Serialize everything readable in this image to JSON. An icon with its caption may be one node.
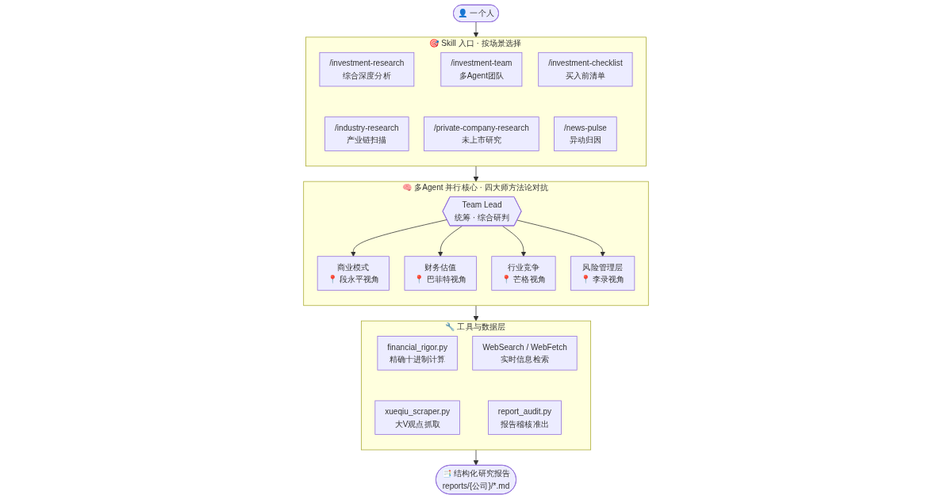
{
  "diagram": {
    "nodes": [
      {
        "text": [
          "👤 一个人"
        ]
      },
      {
        "text": [
          "🎯 Skill 入口 · 按场景选择"
        ]
      },
      {
        "text": [
          "/investment-research",
          "综合深度分析"
        ],
        "in": 1
      },
      {
        "text": [
          "/investment-team",
          "多Agent团队"
        ],
        "in": 1
      },
      {
        "text": [
          "/investment-checklist",
          "买入前清单"
        ],
        "in": 1
      },
      {
        "text": [
          "/industry-research",
          "产业链扫描"
        ],
        "in": 1
      },
      {
        "text": [
          "/private-company-research",
          "未上市研究"
        ],
        "in": 1
      },
      {
        "text": [
          "/news-pulse",
          "异动归因"
        ],
        "in": 1
      },
      {
        "text": [
          "🧠 多Agent 并行核心 · 四大师方法论对抗"
        ]
      },
      {
        "text": [
          "Team Lead",
          "统筹 · 综合研判"
        ],
        "in": 8
      },
      {
        "text": [
          "商业模式",
          "📍 段永平视角"
        ],
        "in": 8
      },
      {
        "text": [
          "财务估值",
          "📍 巴菲特视角"
        ],
        "in": 8
      },
      {
        "text": [
          "行业竞争",
          "📍 芒格视角"
        ],
        "in": 8
      },
      {
        "text": [
          "风险管理层",
          "📍 李录视角"
        ],
        "in": 8
      },
      {
        "text": [
          "🔧 工具与数据层"
        ]
      },
      {
        "text": [
          "financial_rigor.py",
          "精确十进制计算"
        ],
        "in": 14
      },
      {
        "text": [
          "WebSearch / WebFetch",
          "实时信息检索"
        ],
        "in": 14
      },
      {
        "text": [
          "xueqiu_scraper.py",
          "大V观点抓取"
        ],
        "in": 14
      },
      {
        "text": [
          "report_audit.py",
          "报告稽核准出"
        ],
        "in": 14
      },
      {
        "text": [
          "📑 结构化研究报告",
          "reports/{公司}/*.md"
        ]
      }
    ],
    "edges": [
      {
        "from": 0,
        "to": 1,
        "arrow": "to"
      },
      {
        "from": 1,
        "to": 8,
        "arrow": "to"
      },
      {
        "from": 9,
        "to": 10,
        "arrow": "to"
      },
      {
        "from": 9,
        "to": 11,
        "arrow": "to"
      },
      {
        "from": 9,
        "to": 12,
        "arrow": "to"
      },
      {
        "from": 9,
        "to": 13,
        "arrow": "to"
      },
      {
        "from": 8,
        "to": 14,
        "arrow": "to"
      },
      {
        "from": 14,
        "to": 19,
        "arrow": "to"
      }
    ]
  }
}
